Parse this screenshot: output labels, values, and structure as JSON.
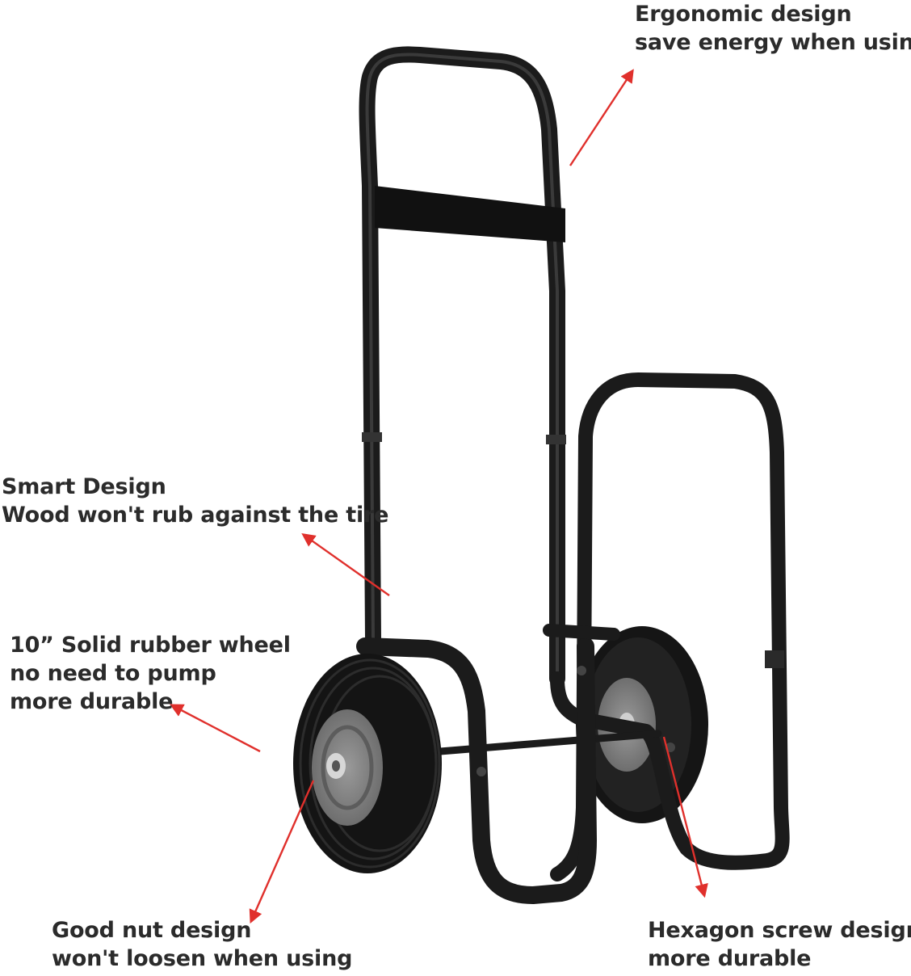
{
  "captions": {
    "ergonomic": {
      "line1": "Ergonomic design",
      "line2": "save energy when using"
    },
    "smart": {
      "line1": "Smart Design",
      "line2": "Wood won't rub against the tire"
    },
    "wheel": {
      "line1": "10”  Solid rubber wheel",
      "line2": "no need to pump",
      "line3": "more durable"
    },
    "nut": {
      "line1": "Good nut design",
      "line2": "won't loosen when using"
    },
    "hex": {
      "line1": "Hexagon screw design",
      "line2": "more durable"
    }
  },
  "colors": {
    "arrow": "#e0302c",
    "frame": "#1b1b1b",
    "tire": "#151515",
    "hub": "#7d7d7d",
    "caption_text": "#2b2b2b",
    "background": "#ffffff"
  }
}
